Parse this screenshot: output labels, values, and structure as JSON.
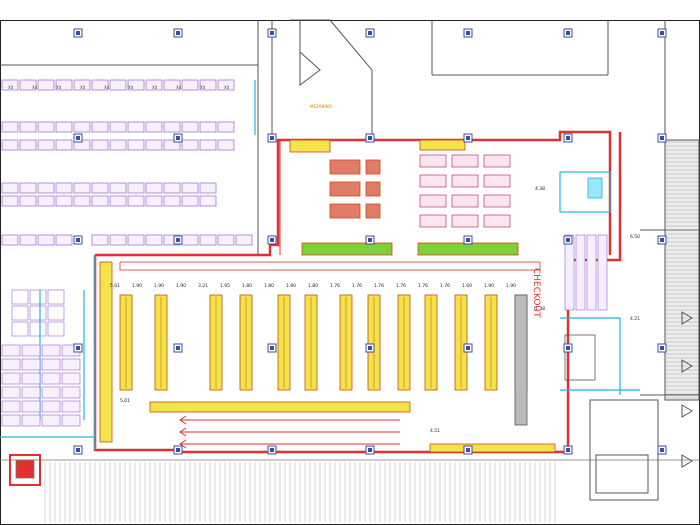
{
  "plan": {
    "checkout_label": "CHECKOUT",
    "mezzanine_label": "MEZANINO",
    "dims": [
      "5.01",
      "1.90",
      "1.90",
      "1.90",
      "3.21",
      "1.95",
      "1.80",
      "1.80",
      "1.80",
      "1.80",
      "1.76",
      "1.76",
      "1.76",
      "1.76",
      "1.76",
      "1.76",
      "1.60",
      "1.90",
      "1.90"
    ],
    "right_dims": [
      "4.38",
      "6.50",
      "1.38",
      "4.21"
    ],
    "bottom_dims": [
      "5.01",
      "4.51"
    ],
    "fixture_tags": [
      "X4",
      "X4",
      "X4",
      "X4",
      "X4",
      "X4",
      "X4",
      "X4",
      "X4",
      "X4"
    ],
    "colors": {
      "wall": "#e03030",
      "fixture_fill": "#f2e34a",
      "fixture_stroke": "#d04a10",
      "rack": "#9966cc",
      "cyan": "#22b8d8",
      "green_counter": "#7fcf3a",
      "grey_structure": "#6f6f6f",
      "blue_column": "#3a4fa0"
    }
  }
}
